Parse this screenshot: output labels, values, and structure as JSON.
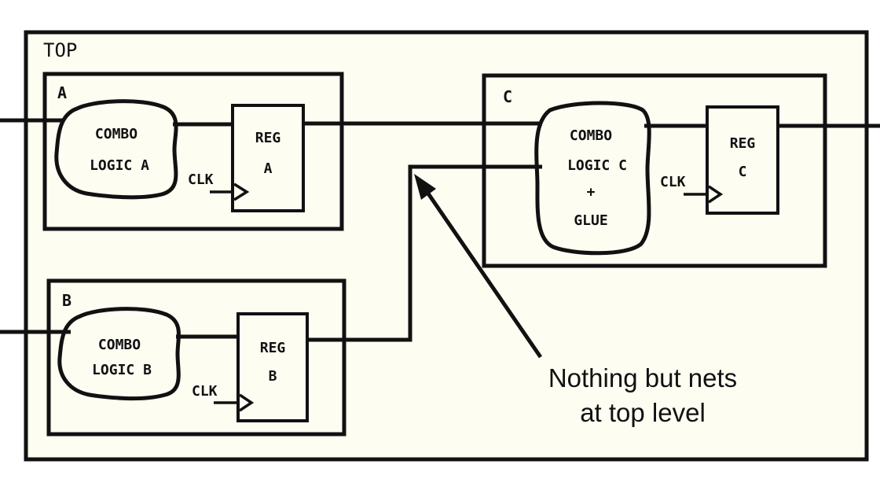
{
  "top": {
    "label": "TOP"
  },
  "block_a": {
    "label": "A",
    "combo": {
      "line1": "COMBO",
      "line2": "LOGIC A"
    },
    "reg": {
      "line1": "REG",
      "line2": "A"
    },
    "clk": "CLK"
  },
  "block_b": {
    "label": "B",
    "combo": {
      "line1": "COMBO",
      "line2": "LOGIC B"
    },
    "reg": {
      "line1": "REG",
      "line2": "B"
    },
    "clk": "CLK"
  },
  "block_c": {
    "label": "C",
    "combo": {
      "line1": "COMBO",
      "line2": "LOGIC C",
      "line3": "+",
      "line4": "GLUE"
    },
    "reg": {
      "line1": "REG",
      "line2": "C"
    },
    "clk": "CLK"
  },
  "annotation": {
    "line1": "Nothing but nets",
    "line2": "at top level"
  },
  "colors": {
    "background": "#ffffff",
    "box_fill": "#fdfdf2",
    "stroke": "#111111"
  }
}
